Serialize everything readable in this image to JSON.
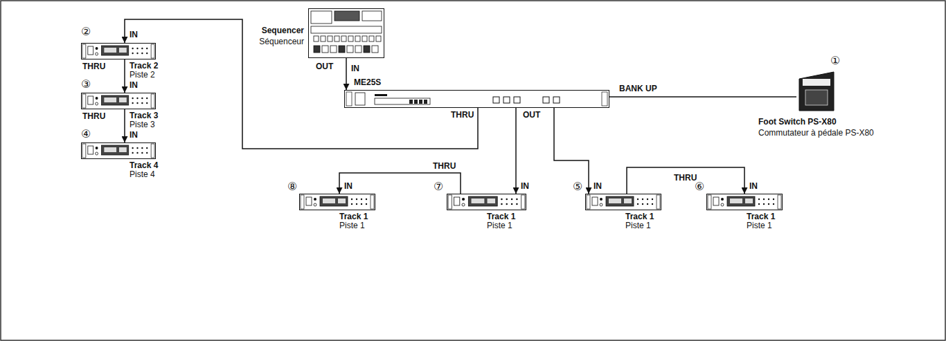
{
  "diagram": {
    "nodes": [
      {
        "text": [
          "Sequencer",
          "Séquenceur"
        ]
      },
      {
        "text": [
          "ME25S"
        ]
      },
      {
        "text": [
          "Foot Switch PS-X80",
          "Commutateur à pédale PS-X80"
        ]
      },
      {
        "text": [
          "Track 2",
          "Piste 2"
        ]
      },
      {
        "text": [
          "Track 3",
          "Piste 3"
        ]
      },
      {
        "text": [
          "Track 4",
          "Piste 4"
        ]
      },
      {
        "text": [
          "Track 1",
          "Piste 1"
        ]
      },
      {
        "text": [
          "Track 1",
          "Piste 1"
        ]
      },
      {
        "text": [
          "Track 1",
          "Piste 1"
        ]
      },
      {
        "text": [
          "Track 1",
          "Piste 1"
        ]
      }
    ],
    "edges": [
      {
        "from": 0,
        "to": 1,
        "arrow": "to"
      },
      {
        "from": 1,
        "to": 3,
        "arrow": "to"
      },
      {
        "from": 3,
        "to": 4,
        "arrow": "to"
      },
      {
        "from": 4,
        "to": 5,
        "arrow": "to"
      },
      {
        "from": 1,
        "to": 7,
        "arrow": "to"
      },
      {
        "from": 7,
        "to": 6,
        "arrow": "to"
      },
      {
        "from": 1,
        "to": 8,
        "arrow": "to"
      },
      {
        "from": 8,
        "to": 9,
        "arrow": "to"
      },
      {
        "from": 1,
        "to": 2,
        "arrow": "none"
      }
    ],
    "labels": [
      "①",
      "OUT",
      "IN",
      "BANK UP",
      "THRU",
      "OUT",
      "②",
      "IN",
      "THRU",
      "③",
      "IN",
      "THRU",
      "④",
      "IN",
      "⑧",
      "IN",
      "THRU",
      "⑦",
      "IN",
      "⑤",
      "IN",
      "THRU",
      "⑥",
      "IN"
    ]
  }
}
